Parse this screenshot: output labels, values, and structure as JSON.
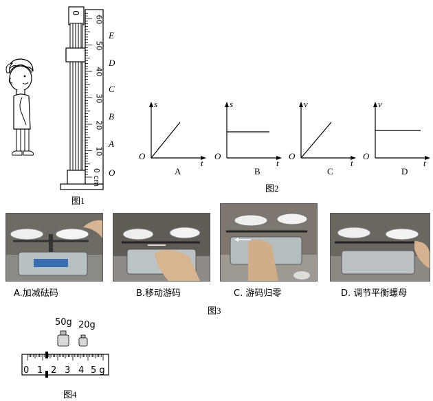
{
  "figure1": {
    "caption": "图1",
    "scale_labels": [
      "60",
      "50",
      "40",
      "30",
      "20",
      "10",
      "0 cm"
    ],
    "marks": [
      "E",
      "D",
      "C",
      "B",
      "A",
      "O"
    ],
    "slider_label": "0"
  },
  "figure2": {
    "caption": "图2",
    "graphs": [
      {
        "label": "A",
        "y_axis": "s",
        "x_axis": "t",
        "origin": "O"
      },
      {
        "label": "B",
        "y_axis": "s",
        "x_axis": "t",
        "origin": "O"
      },
      {
        "label": "C",
        "y_axis": "v",
        "x_axis": "t",
        "origin": "O"
      },
      {
        "label": "D",
        "y_axis": "v",
        "x_axis": "t",
        "origin": "O"
      }
    ]
  },
  "figure3": {
    "caption": "图3",
    "photos": [
      {
        "label": "A.加减砝码"
      },
      {
        "label": "B.移动游码"
      },
      {
        "label": "C. 游码归零"
      },
      {
        "label": "D. 调节平衡螺母"
      }
    ]
  },
  "figure4": {
    "caption": "图4",
    "weights": [
      "50g",
      "20g"
    ],
    "scale_labels": [
      "0",
      "1",
      "2",
      "3",
      "4",
      "5 g"
    ]
  }
}
